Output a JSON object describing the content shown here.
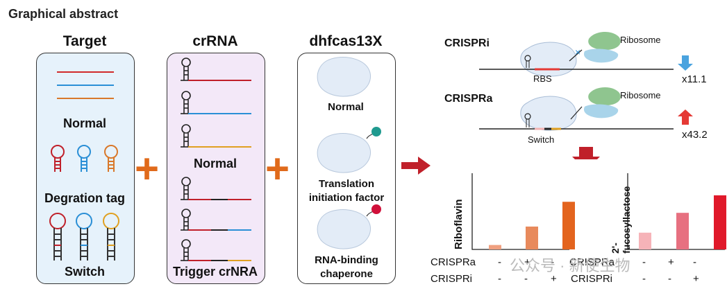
{
  "header": {
    "title": "Graphical abstract"
  },
  "columns": {
    "target": {
      "heading": "Target",
      "labels": {
        "normal": "Normal",
        "degradation": "Degration tag",
        "switch": "Switch"
      }
    },
    "crrna": {
      "heading": "crRNA",
      "labels": {
        "normal": "Normal",
        "trigger": "Trigger crNRA"
      }
    },
    "cas": {
      "heading": "dhfcas13X",
      "labels": {
        "normal": "Normal",
        "translation": "Translation initiation factor",
        "chaperone": "RNA-binding chaperone"
      }
    }
  },
  "mechanism": {
    "crispri": {
      "label": "CRISPRi",
      "ribosome": "Ribosome",
      "site": "RBS",
      "fold": "x11.1",
      "direction": "down"
    },
    "crispra": {
      "label": "CRISPRa",
      "ribosome": "Ribosome",
      "site": "Switch",
      "fold": "x43.2",
      "direction": "up"
    }
  },
  "chart_data": [
    {
      "type": "bar",
      "ylabel": "Riboflavin",
      "categories": [
        "- / -",
        "+ / -",
        "- / +"
      ],
      "values": [
        0.07,
        0.36,
        0.75
      ],
      "colors": [
        "#f0a080",
        "#e88a5c",
        "#e3641e"
      ],
      "ylim": [
        0,
        1.2
      ],
      "conditions": {
        "CRISPRa": [
          "-",
          "+",
          "-"
        ],
        "CRISPRi": [
          "-",
          "-",
          "+"
        ]
      }
    },
    {
      "type": "bar",
      "ylabel": "2'-fucosyllactose",
      "categories": [
        "- / -",
        "+ / -",
        "- / +"
      ],
      "values": [
        0.22,
        0.48,
        0.71
      ],
      "colors": [
        "#f6b3b8",
        "#e77080",
        "#e0192a"
      ],
      "ylim": [
        0,
        1.0
      ],
      "conditions": {
        "CRISPRa": [
          "-",
          "+",
          "-"
        ],
        "CRISPRi": [
          "-",
          "-",
          "+"
        ]
      }
    }
  ],
  "table_labels": {
    "crispra": "CRISPRa",
    "crispri": "CRISPRi"
  },
  "watermark": "公众号 · 新使生物",
  "colors": {
    "orange": "#e06a1b",
    "darkred": "#c0202a",
    "blue": "#4aa3df",
    "red": "#e53935"
  }
}
